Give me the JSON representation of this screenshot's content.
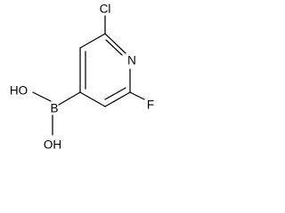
{
  "molecule": {
    "atoms": {
      "chlorine": "Cl",
      "nitrogen": "N",
      "fluorine": "F",
      "boron": "B",
      "hydroxyl_upper": "HO",
      "hydroxyl_lower": "OH"
    }
  },
  "colors": {
    "bond": "#000000",
    "label": "#000000",
    "background": "#ffffff"
  }
}
